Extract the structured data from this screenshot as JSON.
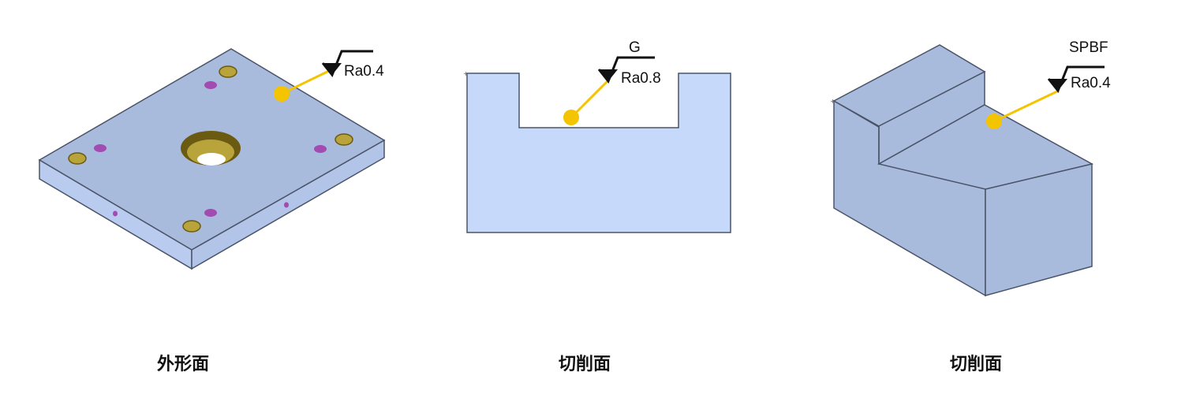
{
  "panels": [
    {
      "id": "plate",
      "label": "外形面",
      "symbol": {
        "above": "",
        "roughness": "Ra0.4"
      }
    },
    {
      "id": "channel",
      "label": "切削面",
      "symbol": {
        "above": "G",
        "roughness": "Ra0.8"
      }
    },
    {
      "id": "step",
      "label": "切削面",
      "symbol": {
        "above": "SPBF",
        "roughness": "Ra0.4"
      }
    }
  ],
  "colors": {
    "face_light": "#c6d7f5",
    "face_mid": "#a7b9dc",
    "edge": "#4a5468",
    "hole_gold": "#b8a43a",
    "hole_purple": "#a24bb0",
    "leader": "#f5c400"
  }
}
